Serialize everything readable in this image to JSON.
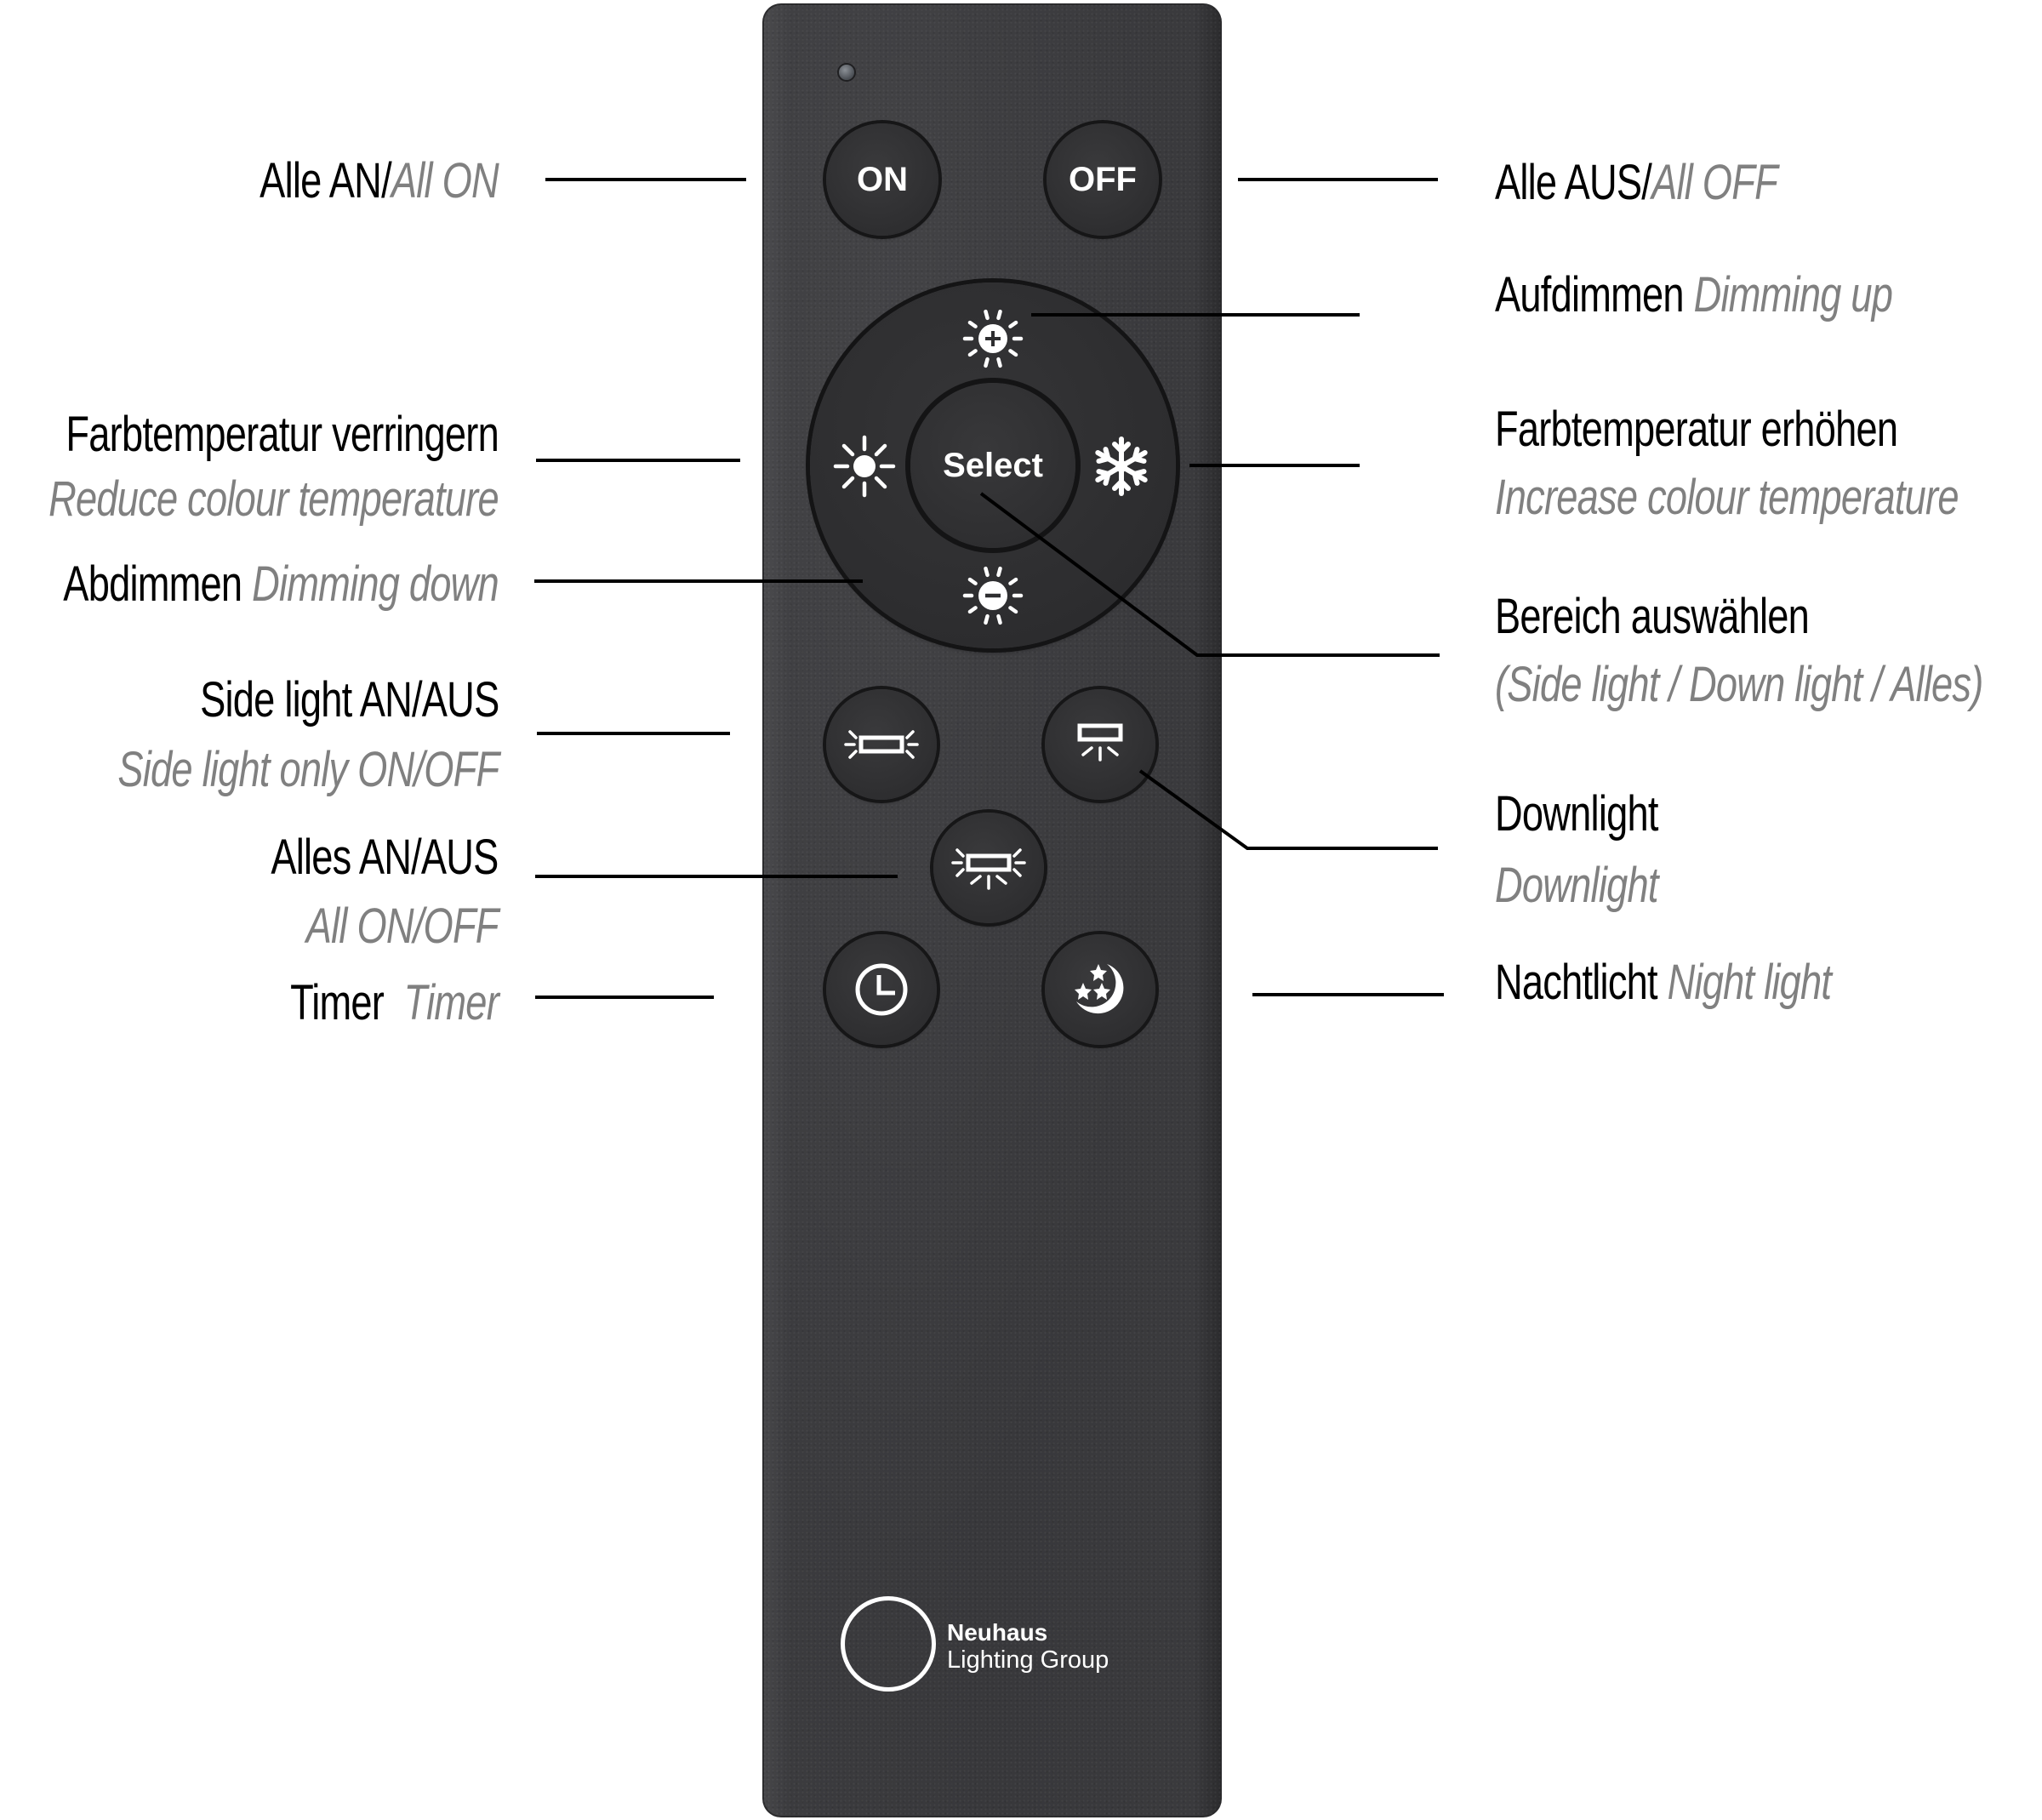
{
  "remote": {
    "brand": {
      "name": "Neuhaus",
      "subtitle": "Lighting Group"
    },
    "body_color": "#3a3a3d",
    "button_color": "#2e2e30",
    "icon_color": "#ffffff",
    "buttons": {
      "on": {
        "label": "ON"
      },
      "off": {
        "label": "OFF"
      },
      "select": {
        "label": "Select"
      },
      "dim_up": {
        "icon": "sun-plus-icon"
      },
      "dim_down": {
        "icon": "sun-minus-icon"
      },
      "warm": {
        "icon": "sun-icon"
      },
      "cool": {
        "icon": "snowflake-icon"
      },
      "side_light": {
        "icon": "side-light-icon"
      },
      "downlight": {
        "icon": "downlight-icon"
      },
      "all_light": {
        "icon": "all-light-icon"
      },
      "timer": {
        "icon": "clock-icon"
      },
      "night": {
        "icon": "moon-stars-icon"
      }
    }
  },
  "annotations": {
    "all_on": {
      "de": "Alle AN/",
      "en": "All ON"
    },
    "all_off": {
      "de": "Alle AUS/",
      "en": "All OFF"
    },
    "dim_up": {
      "de": "Aufdimmen ",
      "en": "Dimming up"
    },
    "reduce_temp": {
      "de": "Farbtemperatur verringern",
      "en": "Reduce colour temperature"
    },
    "increase_temp": {
      "de": "Farbtemperatur erhöhen",
      "en": "Increase colour temperature"
    },
    "dim_down": {
      "de": "Abdimmen ",
      "en": "Dimming down"
    },
    "select_area": {
      "de": "Bereich auswählen",
      "en": "(Side light / Down light / Alles)"
    },
    "side_light": {
      "de": "Side light AN/AUS",
      "en": "Side light only ON/OFF"
    },
    "downlight": {
      "de": "Downlight",
      "en": "Downlight"
    },
    "all_toggle": {
      "de": "Alles AN/AUS",
      "en": "All ON/OFF"
    },
    "timer": {
      "de": "Timer  ",
      "en": "Timer"
    },
    "night_light": {
      "de": "Nachtlicht ",
      "en": "Night light"
    }
  },
  "colors": {
    "label_primary": "#000000",
    "label_secondary": "#808080",
    "leader_line": "#000000",
    "background": "#ffffff"
  }
}
